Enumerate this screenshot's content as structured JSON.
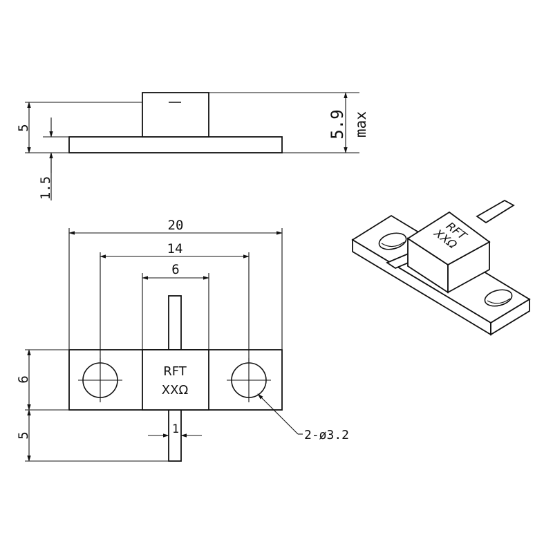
{
  "side_view": {
    "dim_body_height": "5",
    "dim_flange_thickness": "1.5",
    "dim_overall_height": "5.9",
    "dim_overall_note": "max"
  },
  "top_view": {
    "dim_flange_length": "20",
    "dim_hole_spacing": "14",
    "dim_body_width": "6",
    "dim_flange_width": "6",
    "dim_lead_length": "5",
    "dim_lead_width": "1",
    "hole_callout": "2-ø3.2",
    "marking_line1": "RFT",
    "marking_line2": "XXΩ"
  },
  "iso_view": {
    "marking_line1": "RFT",
    "marking_line2": "XXΩ"
  }
}
